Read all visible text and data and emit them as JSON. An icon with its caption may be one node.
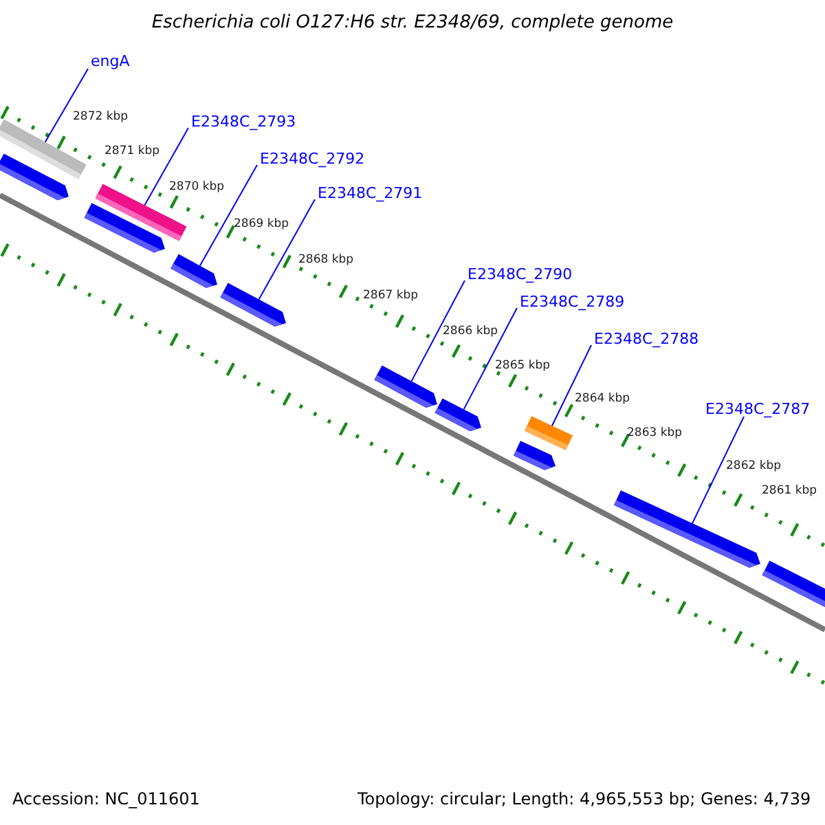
{
  "diagram": {
    "title": "Escherichia coli O127:H6 str. E2348/69, complete genome",
    "nodes": [
      {
        "text": [
          "engA"
        ]
      },
      {
        "text": [
          "E2348C_2793"
        ]
      },
      {
        "text": [
          "E2348C_2792"
        ]
      },
      {
        "text": [
          "E2348C_2791"
        ]
      },
      {
        "text": [
          "E2348C_2790"
        ]
      },
      {
        "text": [
          "E2348C_2789"
        ]
      },
      {
        "text": [
          "E2348C_2788"
        ]
      },
      {
        "text": [
          "E2348C_2787"
        ]
      },
      {
        "text": [],
        "shape": "bar"
      },
      {
        "text": [],
        "shape": "arrow"
      },
      {
        "text": [],
        "shape": "arrow"
      },
      {
        "text": [],
        "shape": "bar"
      },
      {
        "text": [],
        "shape": "arrow"
      },
      {
        "text": [],
        "shape": "arrow"
      },
      {
        "text": [],
        "shape": "arrow"
      },
      {
        "text": [],
        "shape": "arrow"
      },
      {
        "text": [],
        "shape": "arrow"
      },
      {
        "text": [],
        "shape": "bar"
      },
      {
        "text": [],
        "shape": "arrow"
      },
      {
        "text": [],
        "shape": "arrow"
      }
    ],
    "edges": [
      {
        "from": 0,
        "to": 8,
        "arrow": "none"
      },
      {
        "from": 1,
        "to": 11,
        "arrow": "none"
      },
      {
        "from": 2,
        "to": 12,
        "arrow": "none"
      },
      {
        "from": 3,
        "to": 13,
        "arrow": "none"
      },
      {
        "from": 4,
        "to": 14,
        "arrow": "none"
      },
      {
        "from": 5,
        "to": 15,
        "arrow": "none"
      },
      {
        "from": 6,
        "to": 17,
        "arrow": "none"
      },
      {
        "from": 7,
        "to": 18,
        "arrow": "none"
      }
    ],
    "labels": [
      "2872 kbp",
      "2871 kbp",
      "2870 kbp",
      "2869 kbp",
      "2868 kbp",
      "2867 kbp",
      "2866 kbp",
      "2865 kbp",
      "2864 kbp",
      "2863 kbp",
      "2862 kbp",
      "2861 kbp",
      "Accession: NC_011601",
      "Topology: circular; Length: 4,965,553 bp; Genes: 4,739"
    ]
  }
}
